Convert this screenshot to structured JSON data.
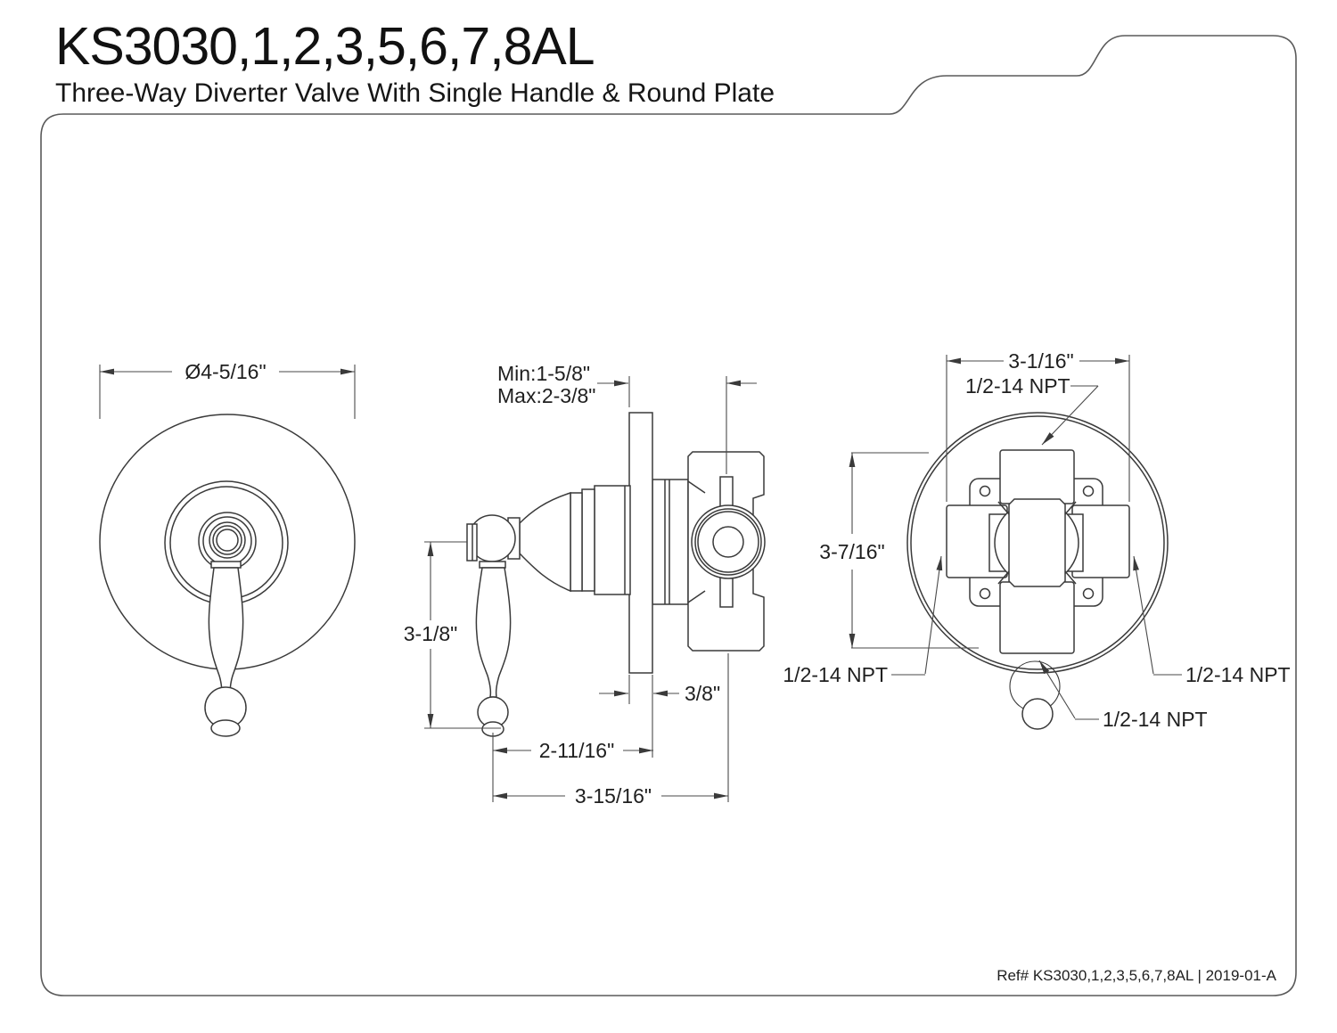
{
  "header": {
    "model": "KS3030,1,2,3,5,6,7,8AL",
    "description": "Three-Way Diverter Valve With Single Handle & Round Plate"
  },
  "footer": {
    "reference": "Ref# KS3030,1,2,3,5,6,7,8AL | 2019-01-A"
  },
  "views": {
    "front": {
      "dimensions": {
        "plate_diameter": "Ø4-5/16\""
      }
    },
    "side": {
      "dimensions": {
        "wall_depth_min": "Min:1-5/8\"",
        "wall_depth_max": "Max:2-3/8\"",
        "handle_length": "3-1/8\"",
        "plate_thickness": "3/8\"",
        "plate_to_handle_tip": "2-11/16\"",
        "overall_depth": "3-15/16\""
      }
    },
    "rear": {
      "dimensions": {
        "port_span_width": "3-1/16\"",
        "port_span_height": "3-7/16\"",
        "thread_top": "1/2-14 NPT",
        "thread_left": "1/2-14 NPT",
        "thread_right": "1/2-14 NPT",
        "thread_bottom": "1/2-14 NPT"
      }
    }
  }
}
